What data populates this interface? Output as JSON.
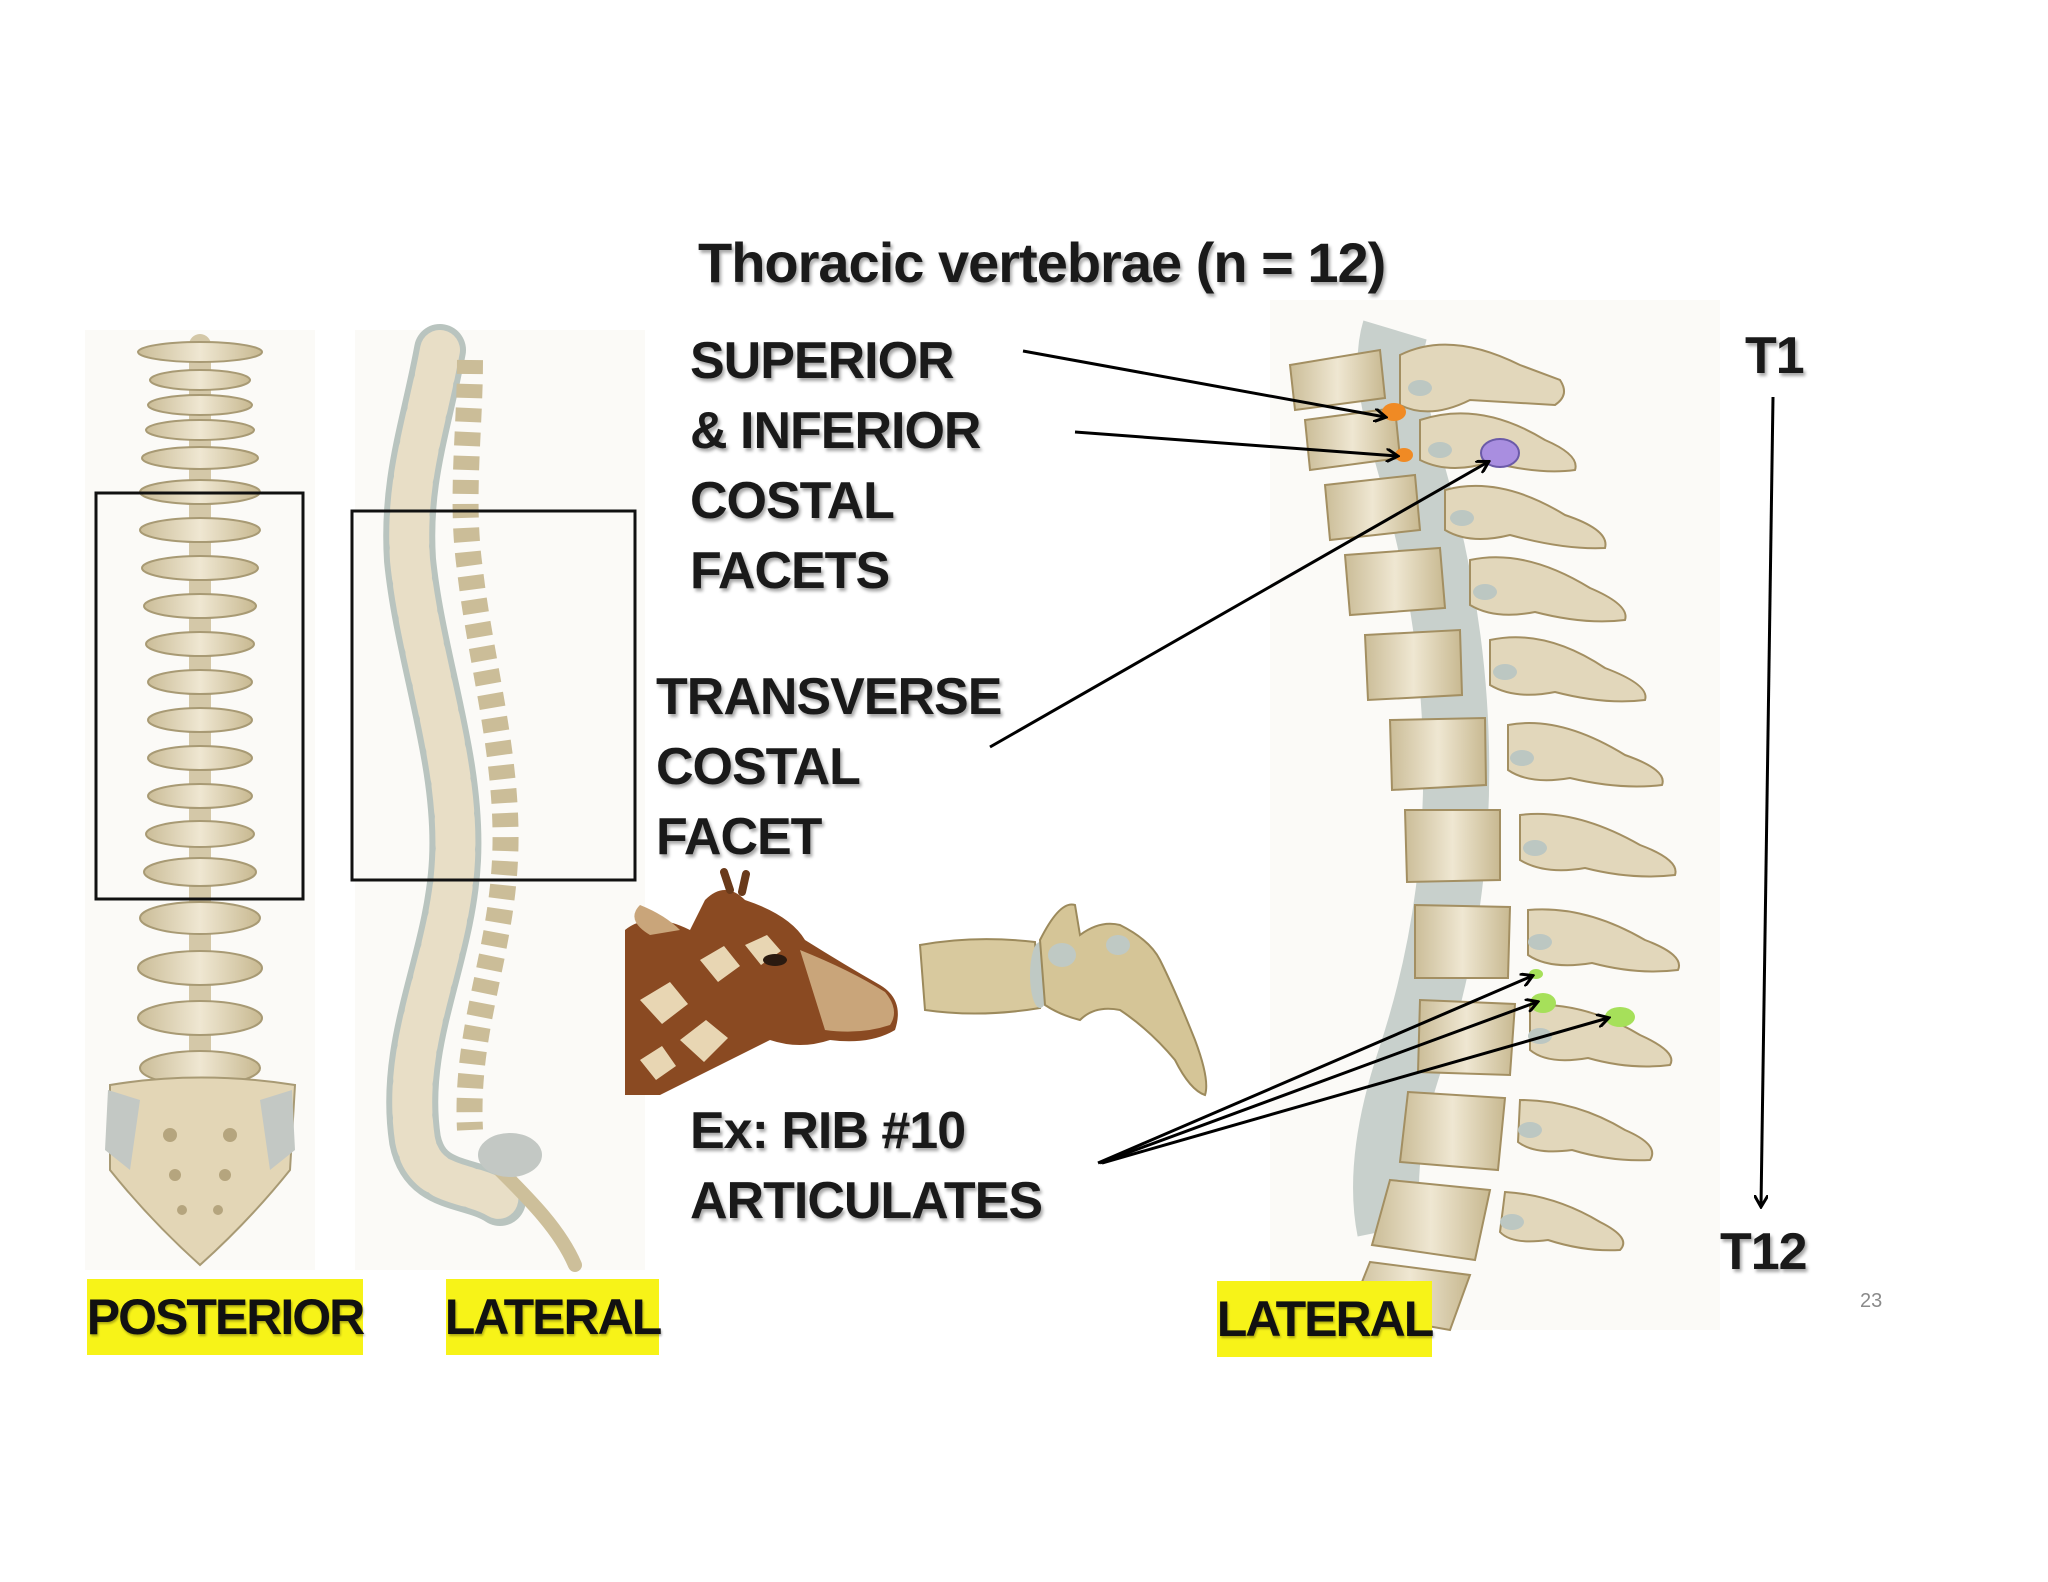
{
  "title": "Thoracic vertebrae (n = 12)",
  "labels": {
    "costal_facets": [
      "SUPERIOR",
      "& INFERIOR",
      "COSTAL",
      "FACETS"
    ],
    "transverse_facet": [
      "TRANSVERSE",
      "COSTAL",
      "FACET"
    ],
    "example": [
      "Ex: RIB #10",
      "ARTICULATES"
    ],
    "t1": "T1",
    "t12": "T12"
  },
  "view_tags": {
    "posterior": "POSTERIOR",
    "lateral_full": "LATERAL",
    "lateral_thoracic": "LATERAL"
  },
  "slide_number": "23",
  "colors": {
    "tag_yellow": "#f7f318",
    "bone": "#e6dcc3",
    "disc": "#b9c4bf",
    "superior_facet": "#f08a24",
    "transverse_facet": "#a98ee0",
    "rib10_facet": "#a6e05a"
  }
}
